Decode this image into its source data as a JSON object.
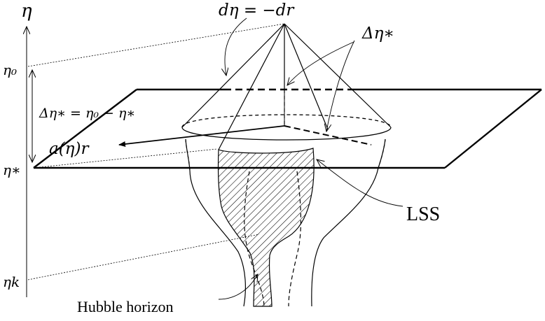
{
  "labels": {
    "eta_axis": "η",
    "eta_0": "η₀",
    "eta_star": "η∗",
    "eta_k": "ηk",
    "cone_relation": "dη = −dr",
    "delta_eta_star": "Δη∗",
    "delta_eta_formula": "Δη∗ = η₀ − η∗",
    "radius_label": "a(η)r",
    "lss": "LSS",
    "hubble_horizon": "Hubble horizon"
  },
  "colors": {
    "ink": "#000000",
    "background": "#ffffff"
  }
}
